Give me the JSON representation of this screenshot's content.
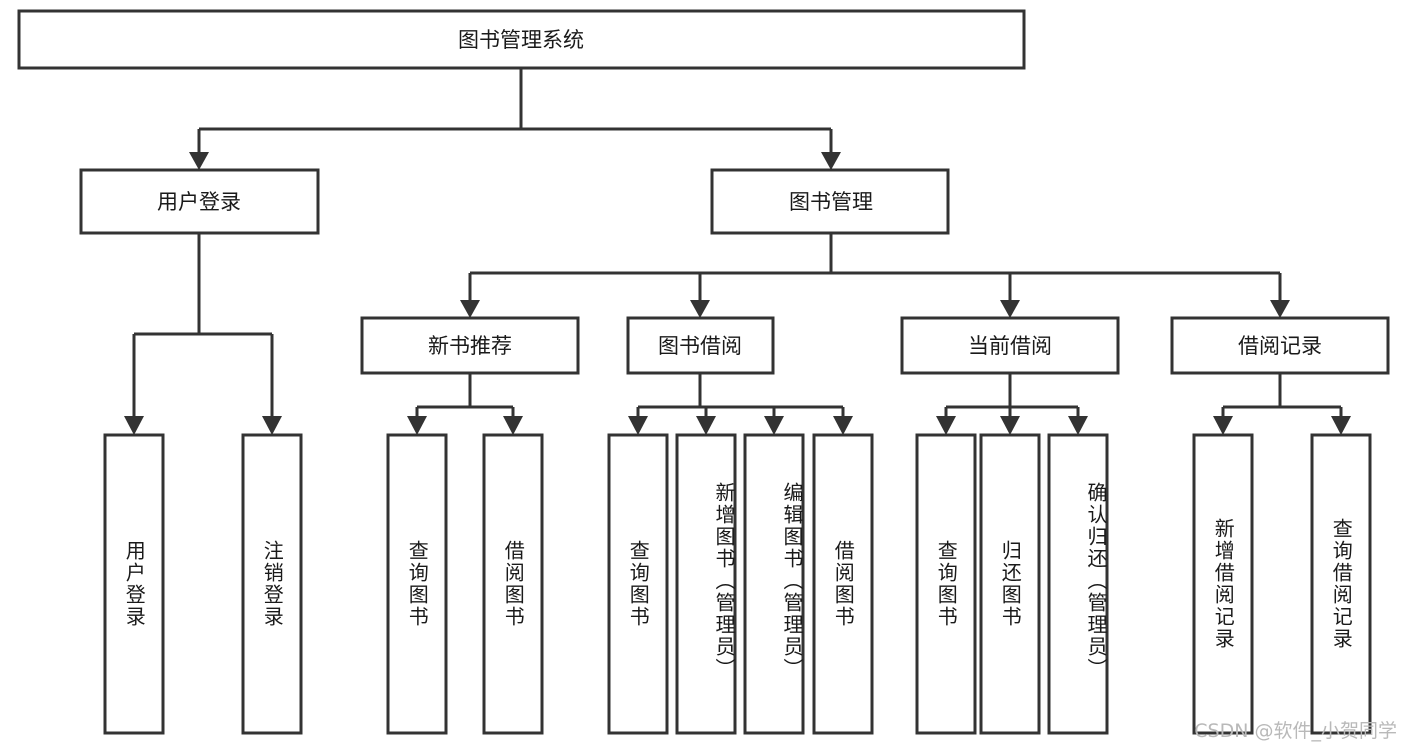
{
  "diagram": {
    "title": "图书管理系统",
    "watermark": "CSDN @软件_小贺同学",
    "levels": {
      "root": {
        "label": "图书管理系统"
      },
      "level1": [
        {
          "label": "用户登录"
        },
        {
          "label": "图书管理"
        }
      ],
      "level2": [
        {
          "label": "新书推荐"
        },
        {
          "label": "图书借阅"
        },
        {
          "label": "当前借阅"
        },
        {
          "label": "借阅记录"
        }
      ],
      "leaves": {
        "user_login": [
          {
            "label": "用户登录"
          },
          {
            "label": "注销登录"
          }
        ],
        "new_book_recommend": [
          {
            "label": "查询图书"
          },
          {
            "label": "借阅图书"
          }
        ],
        "book_borrow": [
          {
            "label": "查询图书"
          },
          {
            "label": "新增图书（管理员）"
          },
          {
            "label": "编辑图书（管理员）"
          },
          {
            "label": "借阅图书"
          }
        ],
        "current_borrow": [
          {
            "label": "查询图书"
          },
          {
            "label": "归还图书"
          },
          {
            "label": "确认归还（管理员）"
          }
        ],
        "borrow_records": [
          {
            "label": "新增借阅记录"
          },
          {
            "label": "查询借阅记录"
          }
        ]
      }
    },
    "colors": {
      "stroke": "#333333",
      "fill": "#ffffff",
      "text": "#1a1a1a",
      "watermark": "#b9b9b9"
    }
  }
}
